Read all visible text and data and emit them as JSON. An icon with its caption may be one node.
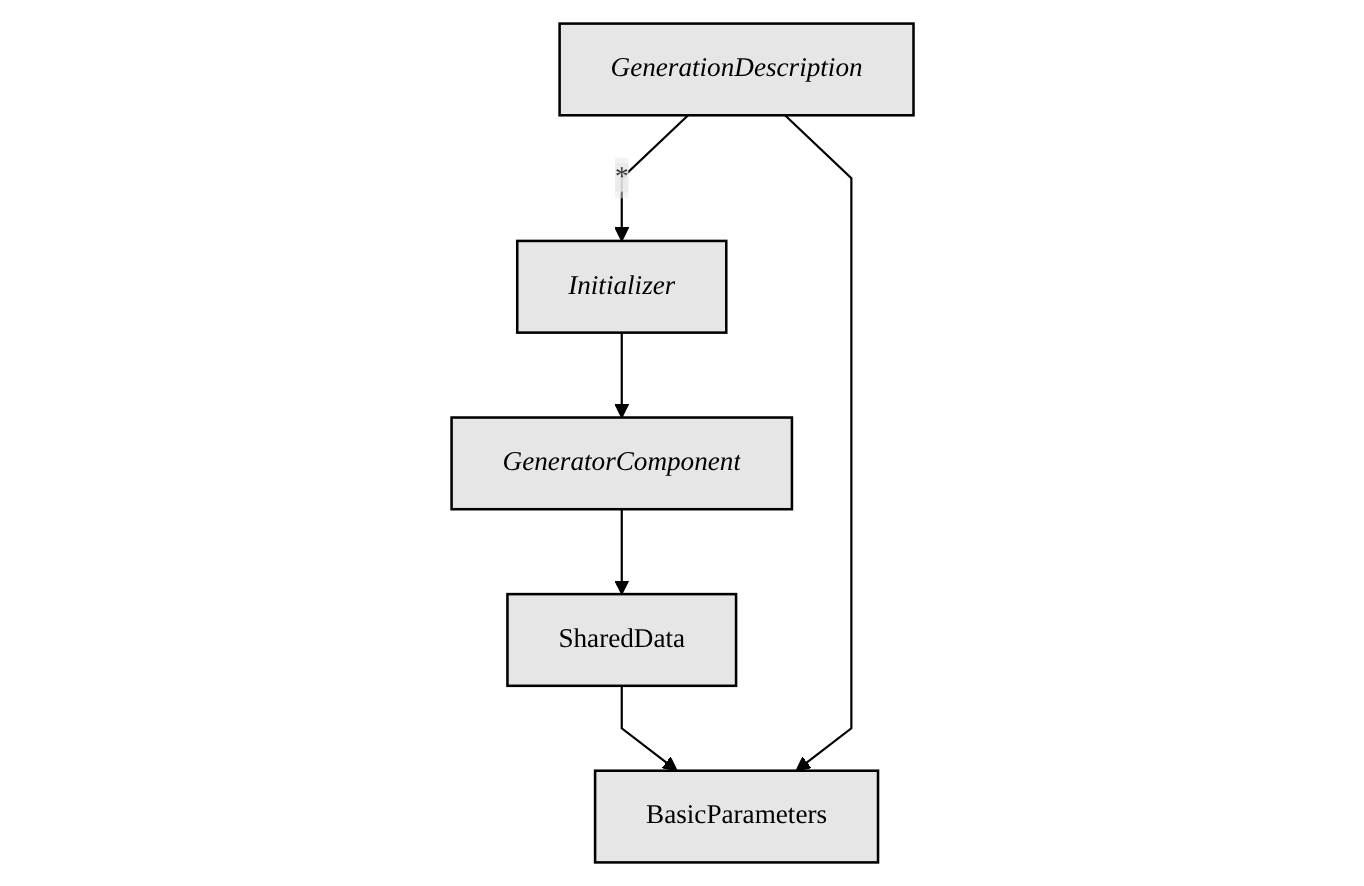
{
  "diagram": {
    "nodes": [
      {
        "text": [
          "SharedData"
        ]
      },
      {
        "text": [
          "GeneratorComponent"
        ]
      },
      {
        "text": [
          "BasicParameters"
        ]
      },
      {
        "text": [
          "Initializer"
        ]
      },
      {
        "text": [
          "GenerationDescription"
        ]
      }
    ],
    "edges": [
      {
        "from": 1,
        "to": 0,
        "arrow": "to"
      },
      {
        "from": 0,
        "to": 2,
        "arrow": "to"
      },
      {
        "from": 3,
        "to": 1,
        "arrow": "to"
      },
      {
        "from": 4,
        "to": 3,
        "arrow": "to",
        "label": "*"
      },
      {
        "from": 4,
        "to": 2,
        "arrow": "to"
      }
    ]
  }
}
